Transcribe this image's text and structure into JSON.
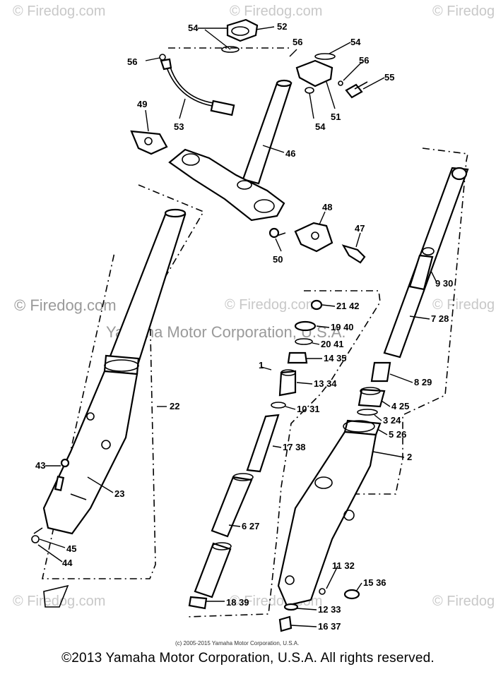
{
  "watermark": {
    "text": "© Firedog.com",
    "center_text": "© Firedog.com",
    "overlay_text": "Yamaha Motor Corporation, U.S.A."
  },
  "diagram": {
    "labels": {
      "l54a": "54",
      "l52": "52",
      "l56a": "56",
      "l56b": "56",
      "l54b": "54",
      "l56c": "56",
      "l55": "55",
      "l51": "51",
      "l54c": "54",
      "l49": "49",
      "l53": "53",
      "l46": "46",
      "l48": "48",
      "l47": "47",
      "l50": "50",
      "l22": "22",
      "l43": "43",
      "l23": "23",
      "l45": "45",
      "l44": "44",
      "l942": "9 30",
      "l2142": "21 42",
      "l1940": "19 40",
      "l2041": "20 41",
      "l1435": "14 35",
      "l1": "1",
      "l1334": "13 34",
      "l1031": "10 31",
      "l1738": "17 38",
      "l627": "6 27",
      "l1839": "18 39",
      "l728": "7 28",
      "l829": "8 29",
      "l425": "4 25",
      "l324": "3 24",
      "l526": "5 26",
      "l2": "2",
      "l1132": "11 32",
      "l1536": "15 36",
      "l1233": "12 33",
      "l1637": "16 37"
    },
    "small_copyright": "(c) 2005-2015 Yamaha Motor Corporation, U.S.A."
  },
  "footer": {
    "copyright": "©2013 Yamaha Motor Corporation, U.S.A. All rights reserved."
  }
}
